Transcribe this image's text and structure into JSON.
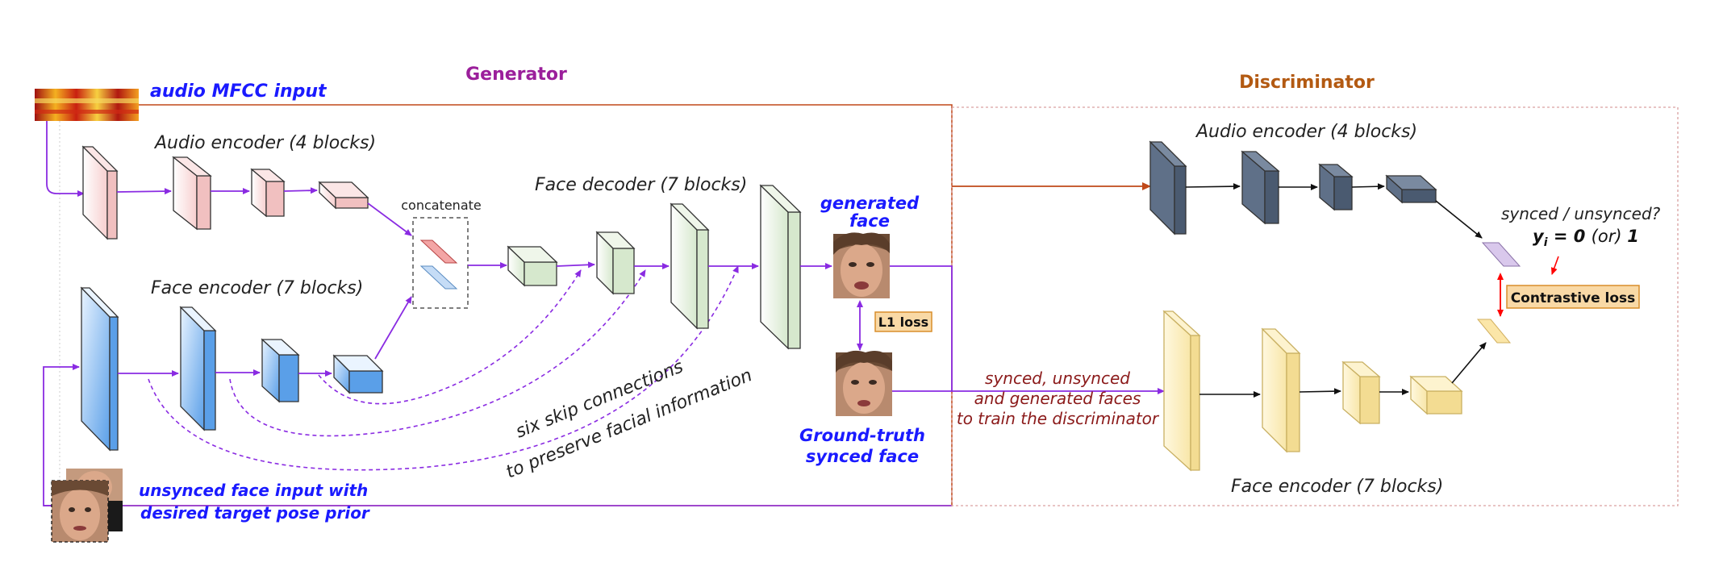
{
  "generator": {
    "title": "Generator",
    "audio_input_label": "audio MFCC input",
    "audio_encoder_label": "Audio encoder (4 blocks)",
    "face_encoder_label": "Face encoder (7 blocks)",
    "concatenate_label": "concatenate",
    "face_decoder_label": "Face decoder (7 blocks)",
    "generated_face_label": [
      "generated",
      "face"
    ],
    "l1_loss_label": "L1 loss",
    "ground_truth_label": [
      "Ground-truth",
      "synced face"
    ],
    "skip_connections_label": [
      "six skip connections",
      "to preserve facial information"
    ],
    "unsynced_input_label": [
      "unsynced face input with",
      "desired target pose prior"
    ]
  },
  "discriminator": {
    "title": "Discriminator",
    "audio_encoder_label": "Audio encoder (4 blocks)",
    "face_encoder_label": "Face encoder (7 blocks)",
    "question_label": "synced / unsynced?",
    "label_formula": {
      "y": "y",
      "sub": "i",
      "eq": " = 0 ",
      "or": "(or) ",
      "one": "1"
    },
    "contrastive_loss_label": "Contrastive loss",
    "train_faces_label": [
      "synced, unsynced",
      "and generated faces",
      "to train the discriminator"
    ]
  },
  "colors": {
    "generator_title": "#9b1f9b",
    "discriminator_title": "#b35a12",
    "blue_label": "#1a1aff",
    "purple_arrow": "#8a2be2",
    "orange_arrow": "#c0491a",
    "dark_red_text": "#8b1a1a",
    "red_arrow": "#ff0000",
    "loss_box_fill": "#f9d9a6",
    "loss_box_stroke": "#d98e2b",
    "pink_block": "#f9dede",
    "green_block": "#e6f0e0",
    "blue_block": "#7db4ee",
    "slate_block": "#5b6d84",
    "yellow_block": "#fbeec0"
  }
}
